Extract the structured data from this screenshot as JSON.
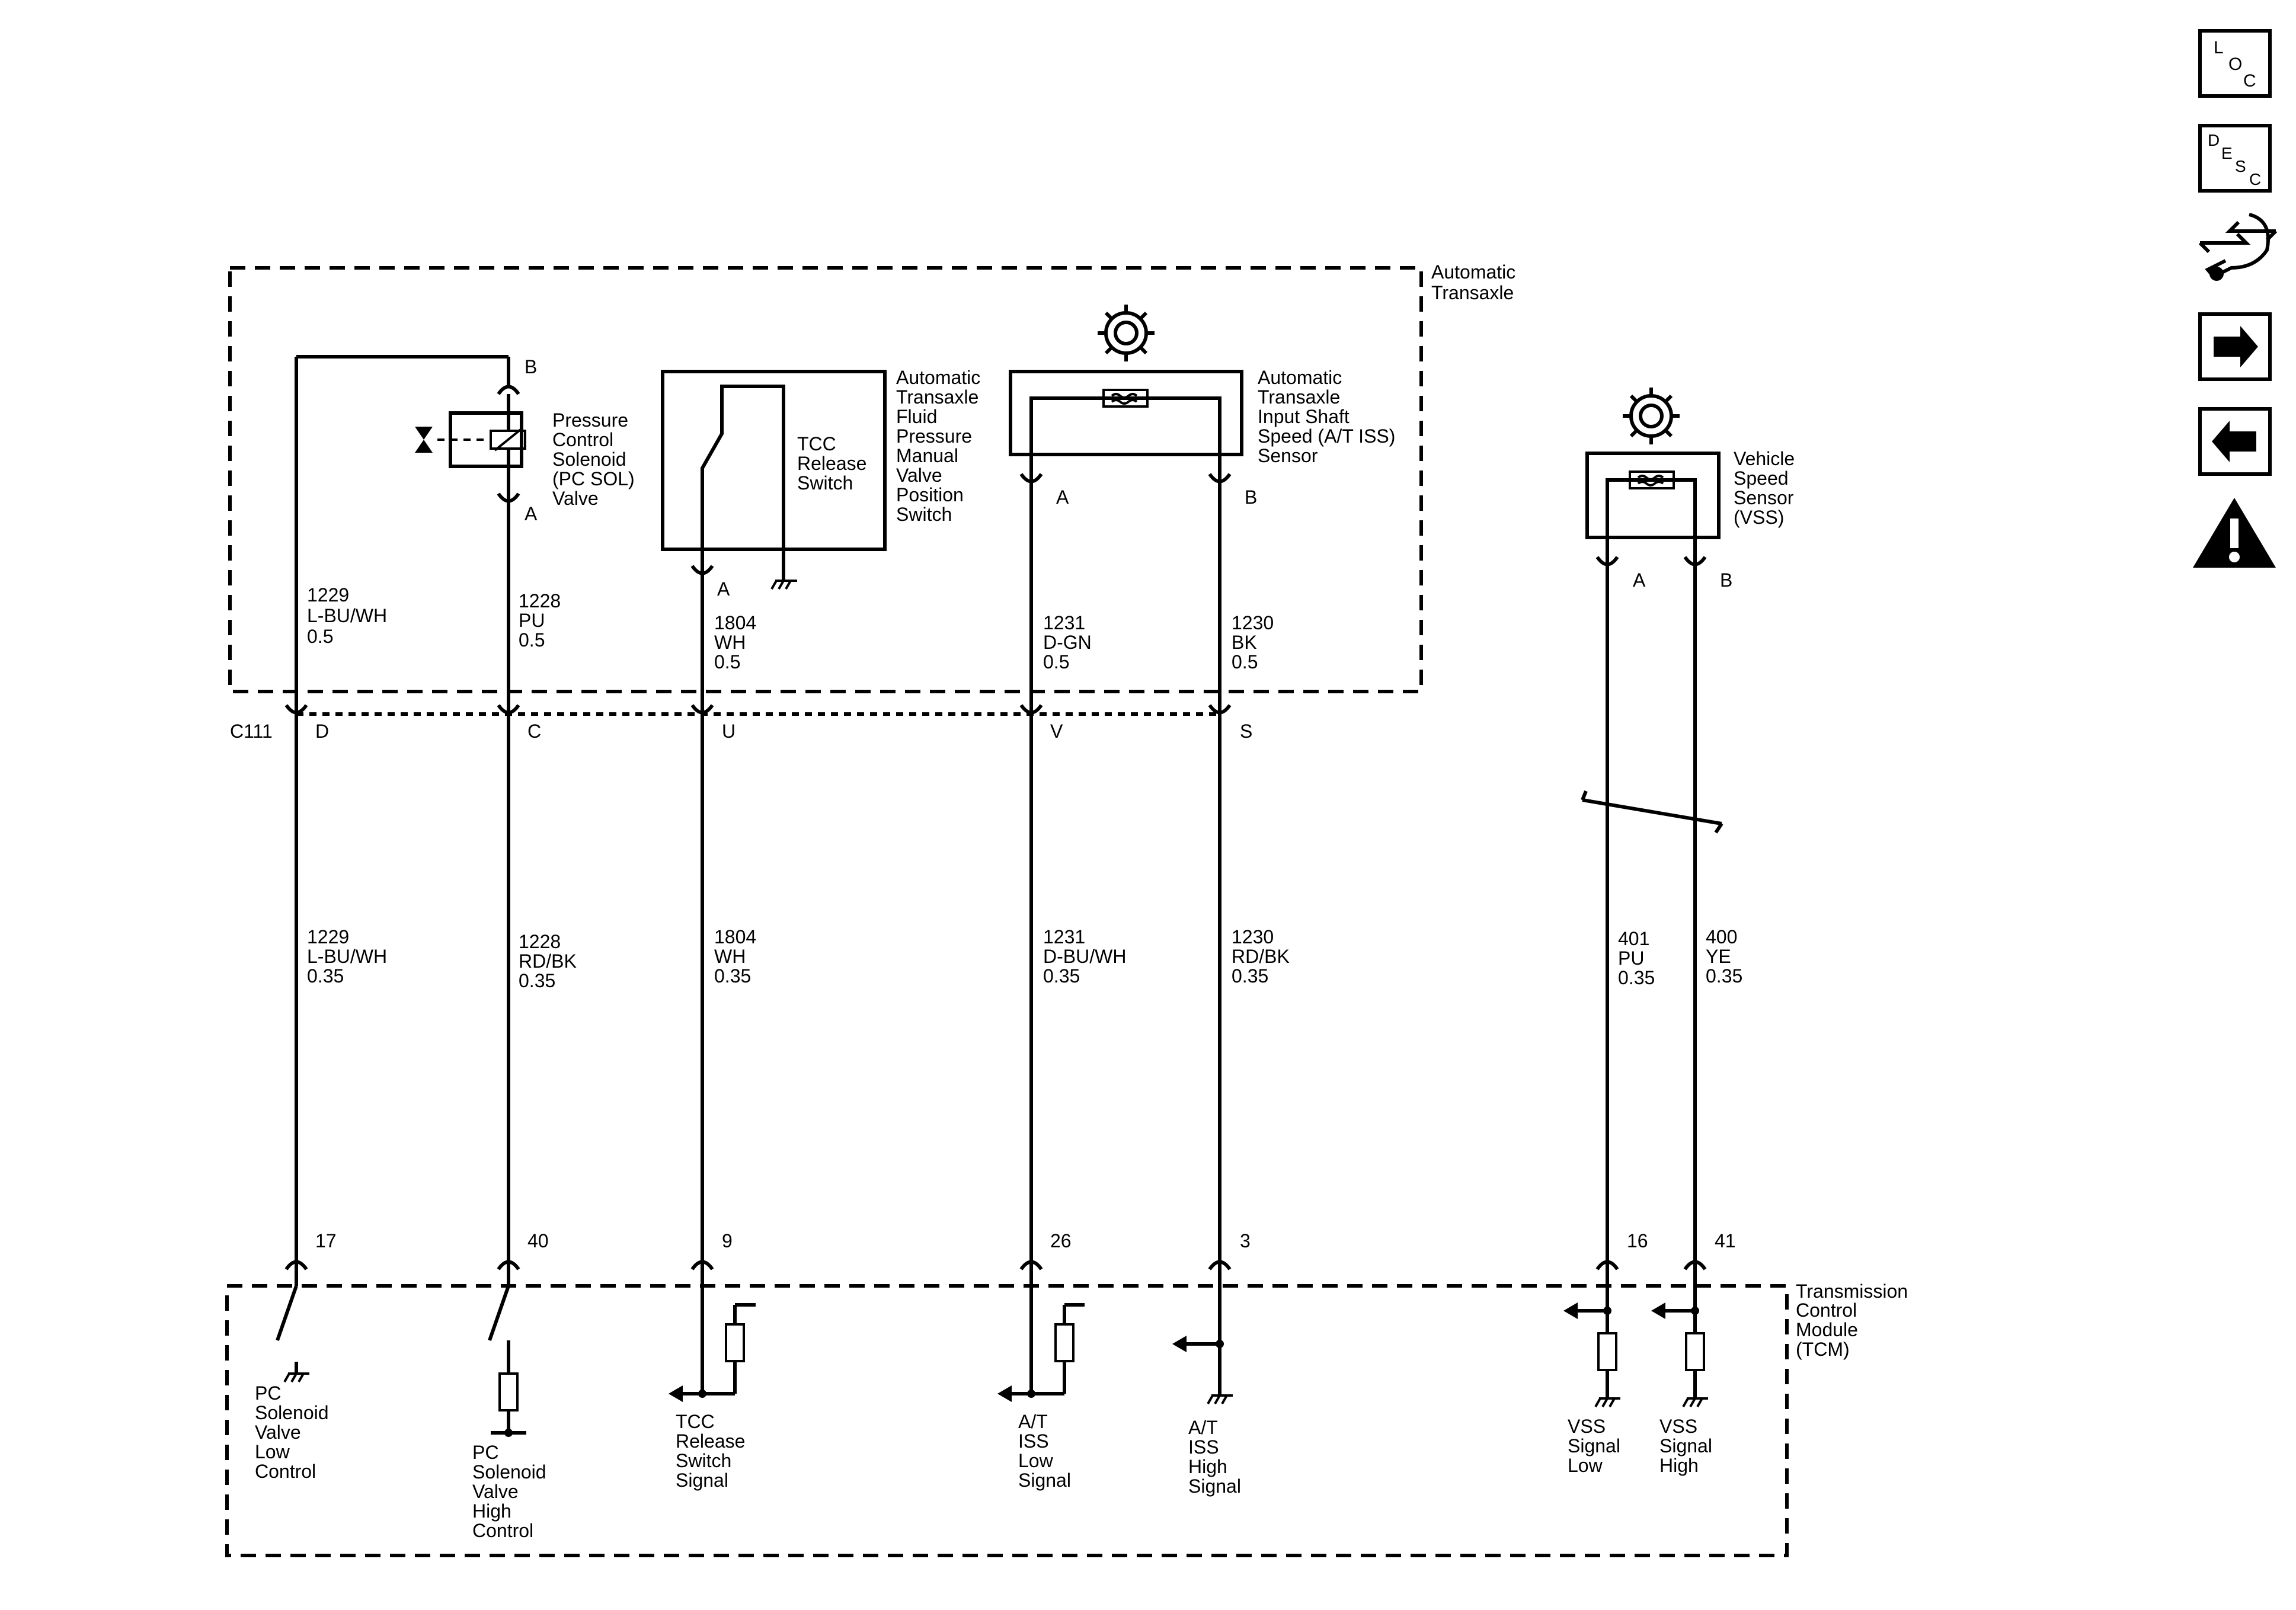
{
  "automatic_transaxle": {
    "label_line1": "Automatic",
    "label_line2": "Transaxle"
  },
  "tcm": {
    "line1": "Transmission",
    "line2": "Control",
    "line3": "Module",
    "line4": "(TCM)"
  },
  "connector_c111": "C111",
  "pc_sol": {
    "line1": "Pressure",
    "line2": "Control",
    "line3": "Solenoid",
    "line4": "(PC SOL)",
    "line5": "Valve",
    "pin_top": "B",
    "pin_bottom": "A"
  },
  "fluid_switch": {
    "line1": "Automatic",
    "line2": "Transaxle",
    "line3": "Fluid",
    "line4": "Pressure",
    "line5": "Manual",
    "line6": "Valve",
    "line7": "Position",
    "line8": "Switch",
    "inner1": "TCC",
    "inner2": "Release",
    "inner3": "Switch",
    "pin": "A"
  },
  "iss_sensor": {
    "line1": "Automatic",
    "line2": "Transaxle",
    "line3": "Input Shaft",
    "line4": "Speed (A/T ISS)",
    "line5": "Sensor",
    "pin_a": "A",
    "pin_b": "B"
  },
  "vss_sensor": {
    "line1": "Vehicle",
    "line2": "Speed",
    "line3": "Sensor",
    "line4": "(VSS)",
    "pin_a": "A",
    "pin_b": "B"
  },
  "circuits": [
    {
      "upper": [
        "1229",
        "L-BU/WH",
        "0.5"
      ],
      "c111_pin": "D",
      "lower": [
        "1229",
        "L-BU/WH",
        "0.35"
      ],
      "tcm_pin": "17",
      "tcm_label": [
        "PC",
        "Solenoid",
        "Valve",
        "Low",
        "Control"
      ]
    },
    {
      "upper": [
        "1228",
        "PU",
        "0.5"
      ],
      "c111_pin": "C",
      "lower": [
        "1228",
        "RD/BK",
        "0.35"
      ],
      "tcm_pin": "40",
      "tcm_label": [
        "PC",
        "Solenoid",
        "Valve",
        "High",
        "Control"
      ]
    },
    {
      "upper": [
        "1804",
        "WH",
        "0.5"
      ],
      "c111_pin": "U",
      "lower": [
        "1804",
        "WH",
        "0.35"
      ],
      "tcm_pin": "9",
      "tcm_label": [
        "TCC",
        "Release",
        "Switch",
        "Signal"
      ]
    },
    {
      "upper": [
        "1231",
        "D-GN",
        "0.5"
      ],
      "c111_pin": "V",
      "lower": [
        "1231",
        "D-BU/WH",
        "0.35"
      ],
      "tcm_pin": "26",
      "tcm_label": [
        "A/T",
        "ISS",
        "Low",
        "Signal"
      ]
    },
    {
      "upper": [
        "1230",
        "BK",
        "0.5"
      ],
      "c111_pin": "S",
      "lower": [
        "1230",
        "RD/BK",
        "0.35"
      ],
      "tcm_pin": "3",
      "tcm_label": [
        "A/T",
        "ISS",
        "High",
        "Signal"
      ]
    },
    {
      "lower": [
        "401",
        "PU",
        "0.35"
      ],
      "tcm_pin": "16",
      "tcm_label": [
        "VSS",
        "Signal",
        "Low"
      ]
    },
    {
      "lower": [
        "400",
        "YE",
        "0.35"
      ],
      "tcm_pin": "41",
      "tcm_label": [
        "VSS",
        "Signal",
        "High"
      ]
    }
  ],
  "nav": {
    "loc": {
      "l1": "L",
      "l2": "O",
      "l3": "C"
    },
    "desc": {
      "l1": "D",
      "l2": "E",
      "l3": "S",
      "l4": "C"
    }
  }
}
